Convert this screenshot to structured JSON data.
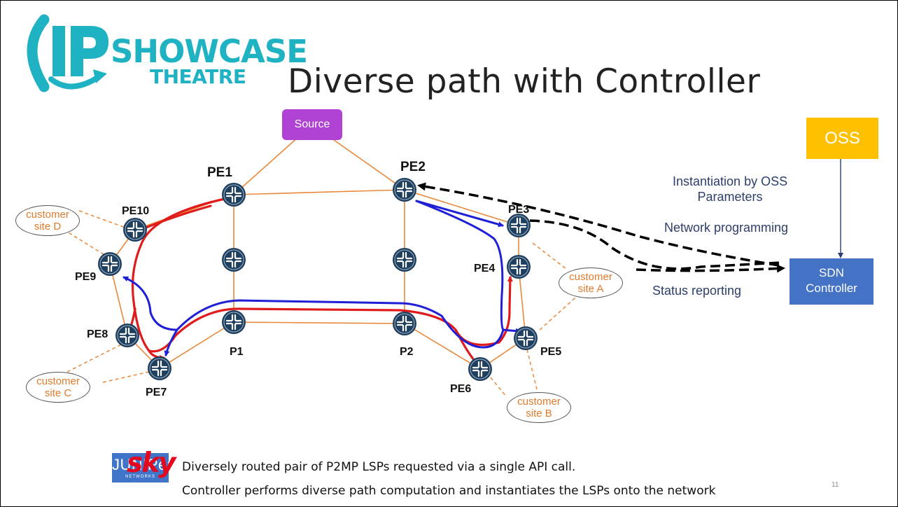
{
  "slide": {
    "title": "Diverse path with Controller",
    "logo": {
      "line1": "SHOWCASE",
      "line2": "THEATRE"
    },
    "page_number": "11"
  },
  "diagram": {
    "source_label": "Source",
    "nodes": {
      "pe1": "PE1",
      "pe2": "PE2",
      "pe3": "PE3",
      "pe4": "PE4",
      "pe5": "PE5",
      "pe6": "PE6",
      "pe7": "PE7",
      "pe8": "PE8",
      "pe9": "PE9",
      "pe10": "PE10",
      "p1": "P1",
      "p2": "P2"
    },
    "customer_sites": {
      "a": {
        "line1": "customer",
        "line2": "site A"
      },
      "b": {
        "line1": "customer",
        "line2": "site B"
      },
      "c": {
        "line1": "customer",
        "line2": "site C"
      },
      "d": {
        "line1": "customer",
        "line2": "site D"
      }
    }
  },
  "control": {
    "oss_label": "OSS",
    "sdn_line1": "SDN",
    "sdn_line2": "Controller",
    "instantiation_line1": "Instantiation by OSS",
    "instantiation_line2": "Parameters",
    "network_programming": "Network programming",
    "status_reporting": "Status reporting"
  },
  "footer": {
    "juniper_word": "JUNIPer",
    "juniper_sub": "NETWORKS",
    "sky_word": "sky",
    "line1": "Diversely routed pair of P2MP LSPs requested via a single API call.",
    "line2": "Controller performs diverse path computation and instantiates the LSPs onto the network"
  },
  "colors": {
    "link": "#e8883a",
    "red_lsp": "#e01b1b",
    "blue_lsp": "#1f1fd6",
    "router": "#1f3f5f",
    "source": "#b043d4",
    "oss": "#ffc000",
    "sdn": "#4472c4",
    "logo": "#1eb2c3"
  }
}
